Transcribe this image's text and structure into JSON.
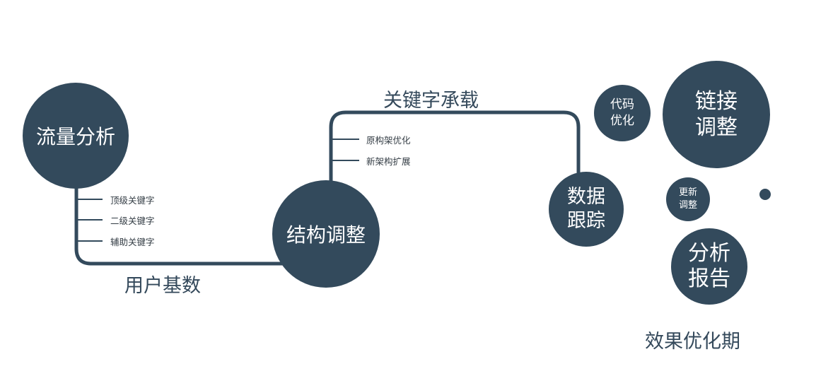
{
  "diagram": {
    "color": "#334a5c",
    "nodes": {
      "traffic": "流量分析",
      "structure": "结构调整",
      "tracking": "数据\n跟踪",
      "code": "代码\n优化",
      "links": "链接\n调整",
      "update": "更新\n调整",
      "report": "分析\n报告"
    },
    "stage_labels": {
      "user_base": "用户基数",
      "keyword_carry": "关键字承载",
      "effect_optimize": "效果优化期"
    },
    "keyword_levels": [
      "顶级关键字",
      "二级关键字",
      "辅助关键字"
    ],
    "architecture_items": [
      "原构架优化",
      "新架构扩展"
    ]
  }
}
